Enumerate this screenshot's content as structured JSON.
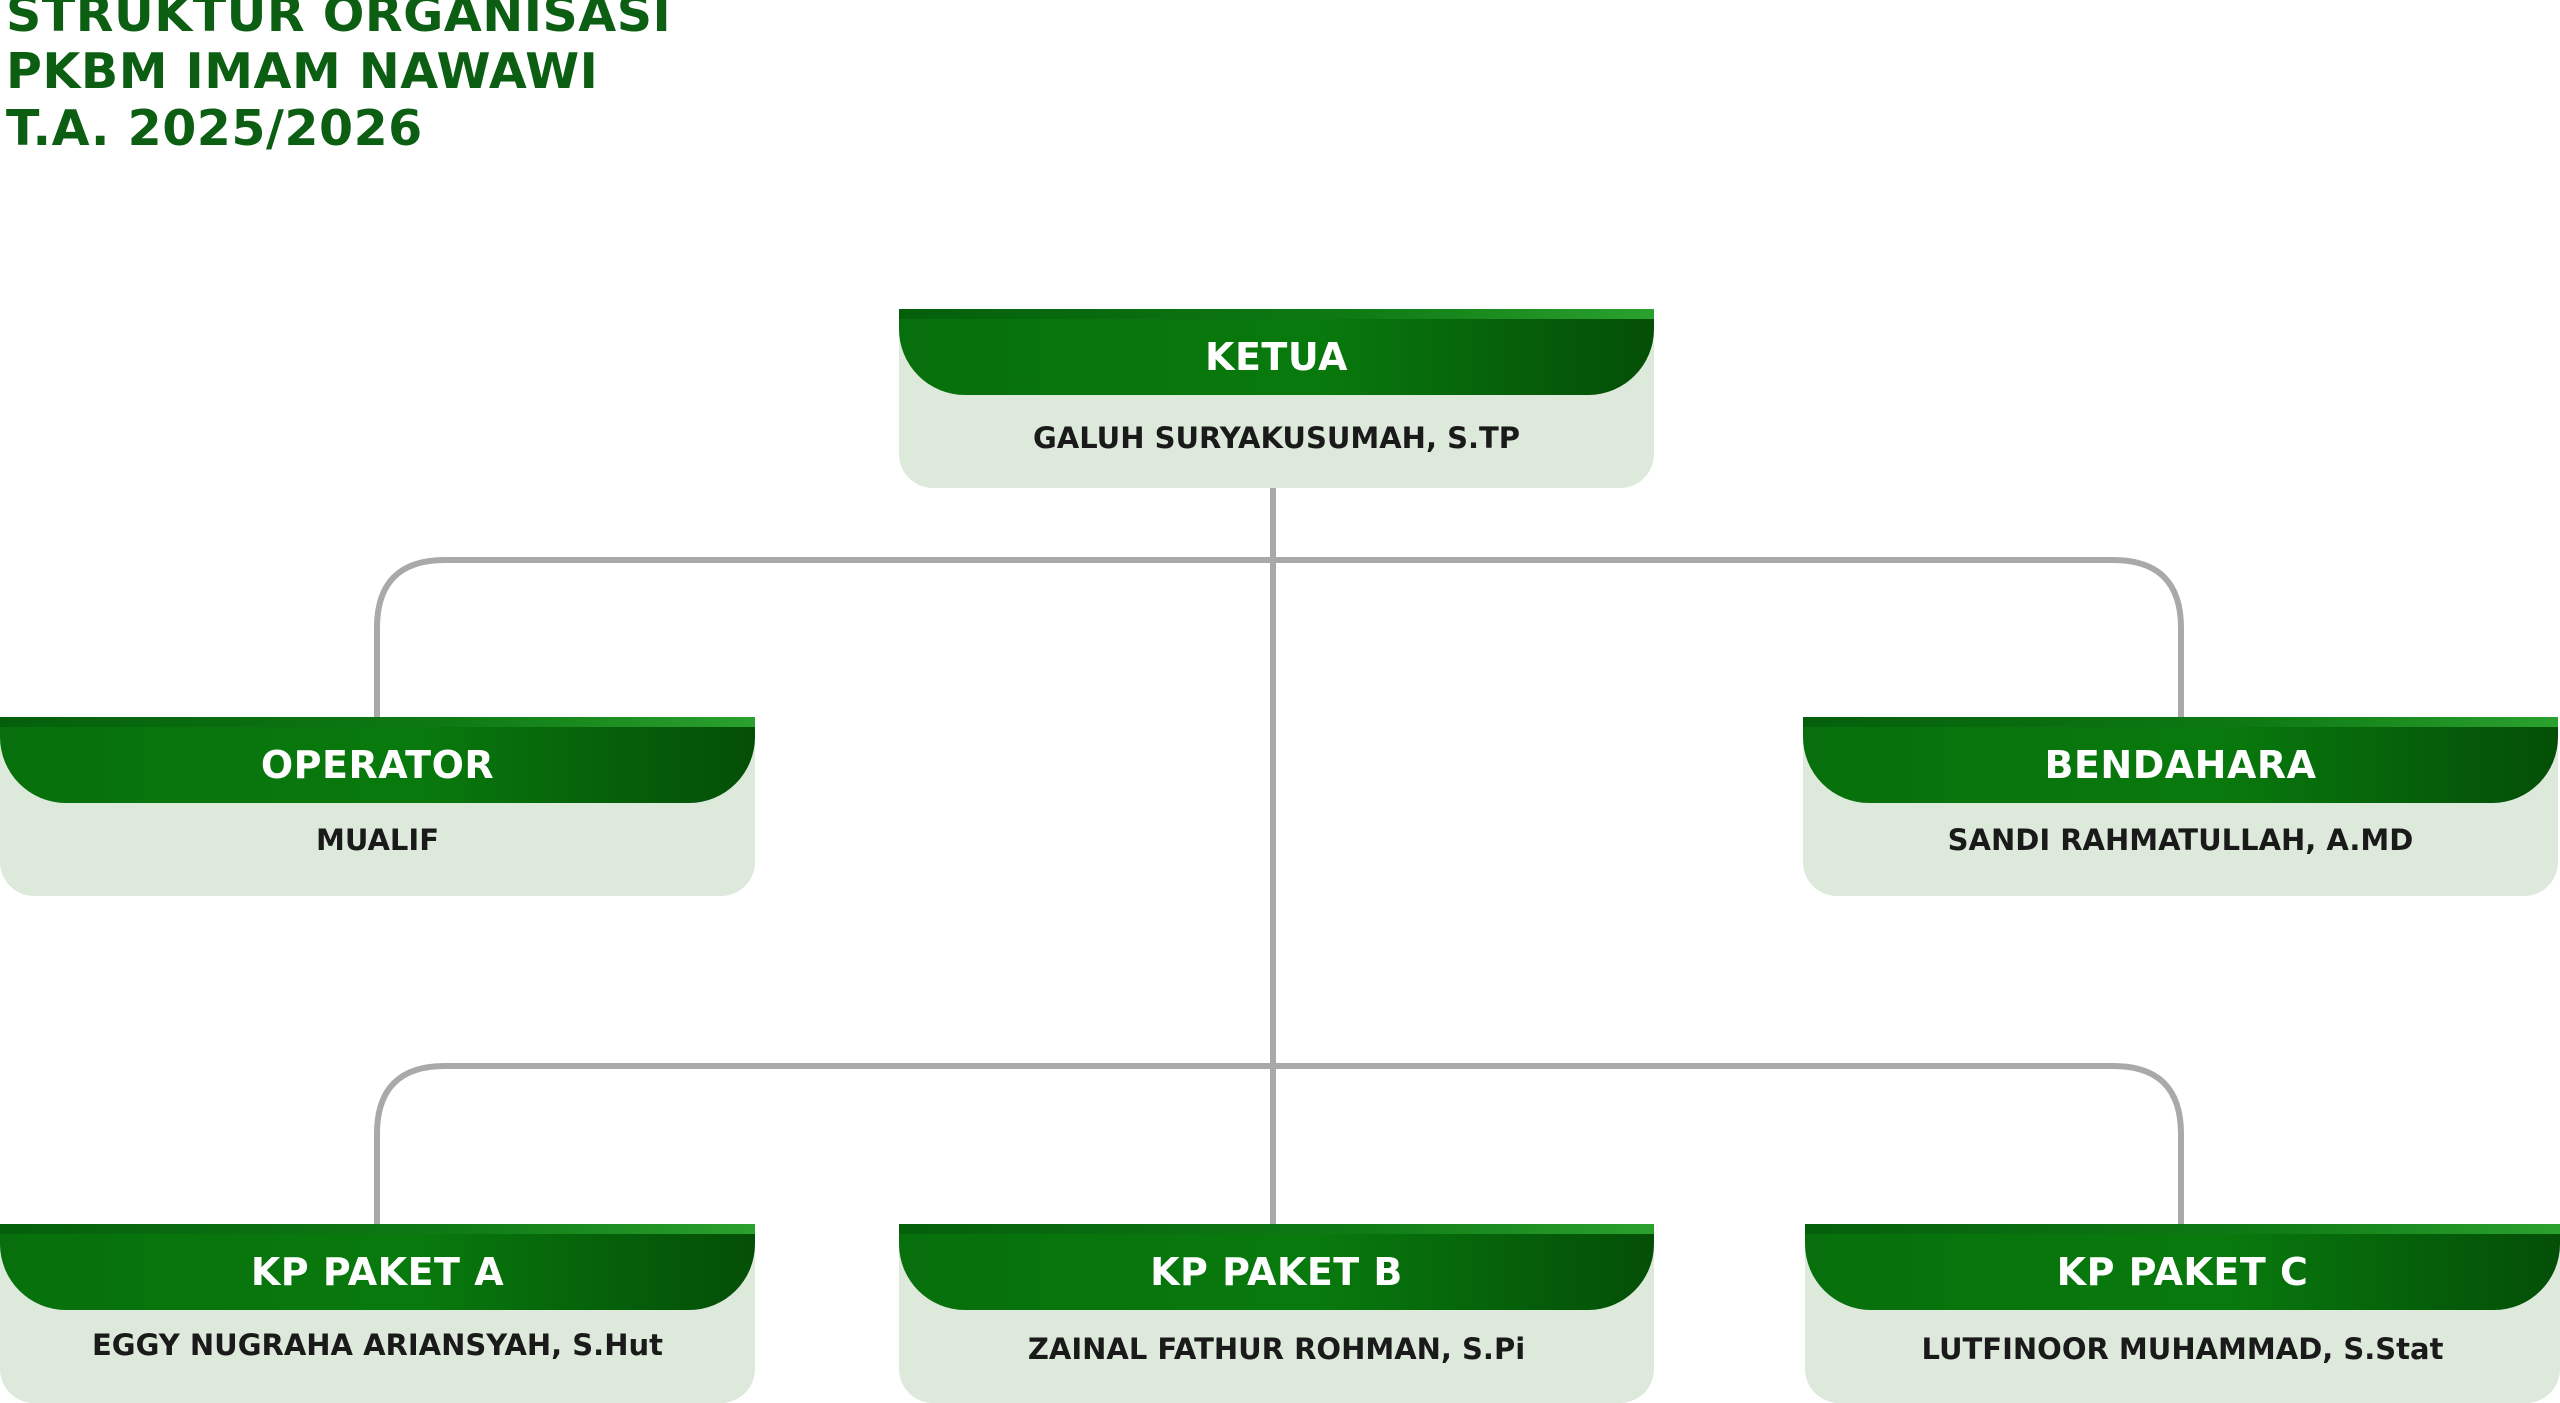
{
  "title": {
    "line1": "STRUKTUR ORGANISASI",
    "line2": "PKBM IMAM NAWAWI",
    "line3": "T.A. 2025/2026"
  },
  "nodes": {
    "ketua": {
      "role": "KETUA",
      "name": "GALUH SURYAKUSUMAH, S.TP"
    },
    "operator": {
      "role": "OPERATOR",
      "name": "MUALIF"
    },
    "bendahara": {
      "role": "BENDAHARA",
      "name": "SANDI RAHMATULLAH, A.MD"
    },
    "kp_paket_a": {
      "role": "KP PAKET A",
      "name": "EGGY NUGRAHA ARIANSYAH, S.Hut"
    },
    "kp_paket_b": {
      "role": "KP PAKET B",
      "name": "ZAINAL FATHUR ROHMAN, S.Pi"
    },
    "kp_paket_c": {
      "role": "KP PAKET C",
      "name": "LUTFINOOR MUHAMMAD, S.Stat"
    }
  },
  "colors": {
    "title_green": "#0b5e12",
    "header_green": "#087a0d",
    "body_green": "#dce9db",
    "connector_gray": "#a9a9a9"
  }
}
